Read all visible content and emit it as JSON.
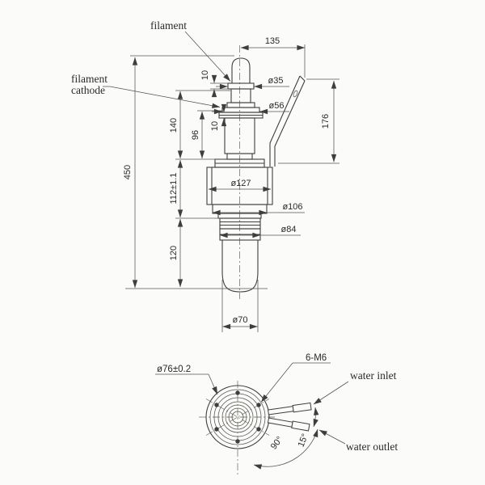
{
  "front": {
    "filament_label": "filament",
    "cathode_label_1": "filament",
    "cathode_label_2": "cathode",
    "dim_135": "135",
    "dim_176": "176",
    "dim_450": "450",
    "dim_140": "140",
    "dim_96": "96",
    "dim_10_filament": "10",
    "dim_10_flange": "10",
    "dim_112": "112±1.1",
    "dim_120": "120",
    "dia_35": "ø35",
    "dia_56": "ø56",
    "dia_127": "ø127",
    "dia_106": "ø106",
    "dia_84": "ø84",
    "dia_70": "ø70"
  },
  "bottom": {
    "bolt_label": "6-M6",
    "bolt_circle_dia": "ø76±0.2",
    "water_inlet_label": "water inlet",
    "water_outlet_label": "water outlet",
    "angle_90": "90°",
    "angle_15": "15°"
  },
  "style": {
    "line_color": "#3f3e3c",
    "paper_color": "#fbfbf9",
    "text_color": "#2b2a28"
  }
}
